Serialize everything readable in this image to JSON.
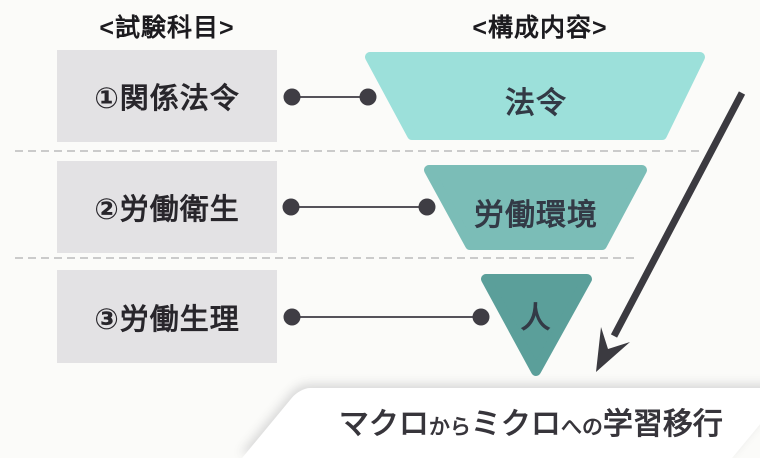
{
  "headers": {
    "left": "<試験科目>",
    "right": "<構成内容>"
  },
  "subjects": {
    "items": [
      {
        "label": "①関係法令"
      },
      {
        "label": "②労働衛生"
      },
      {
        "label": "③労働生理"
      }
    ]
  },
  "funnel": {
    "layers": [
      {
        "label": "法令",
        "color": "#9ce0da"
      },
      {
        "label": "労働環境",
        "color": "#7bbdb7"
      },
      {
        "label": "人",
        "color": "#5b9f9a"
      }
    ]
  },
  "banner": {
    "segments": [
      {
        "text": "マクロ"
      },
      {
        "text": "から"
      },
      {
        "text": "ミクロ"
      },
      {
        "text": "への"
      },
      {
        "text": "学習移行"
      }
    ]
  },
  "colors": {
    "background": "#fbfbf9",
    "subject_box": "#e3e2e4",
    "connector": "#55525a",
    "dot": "#3f3d44",
    "arrow": "#3b3a40",
    "dashed_separator": "#cbcbcb",
    "banner_background": "#ffffff",
    "text_dark": "#28262b",
    "funnel_text": "#333a46"
  }
}
